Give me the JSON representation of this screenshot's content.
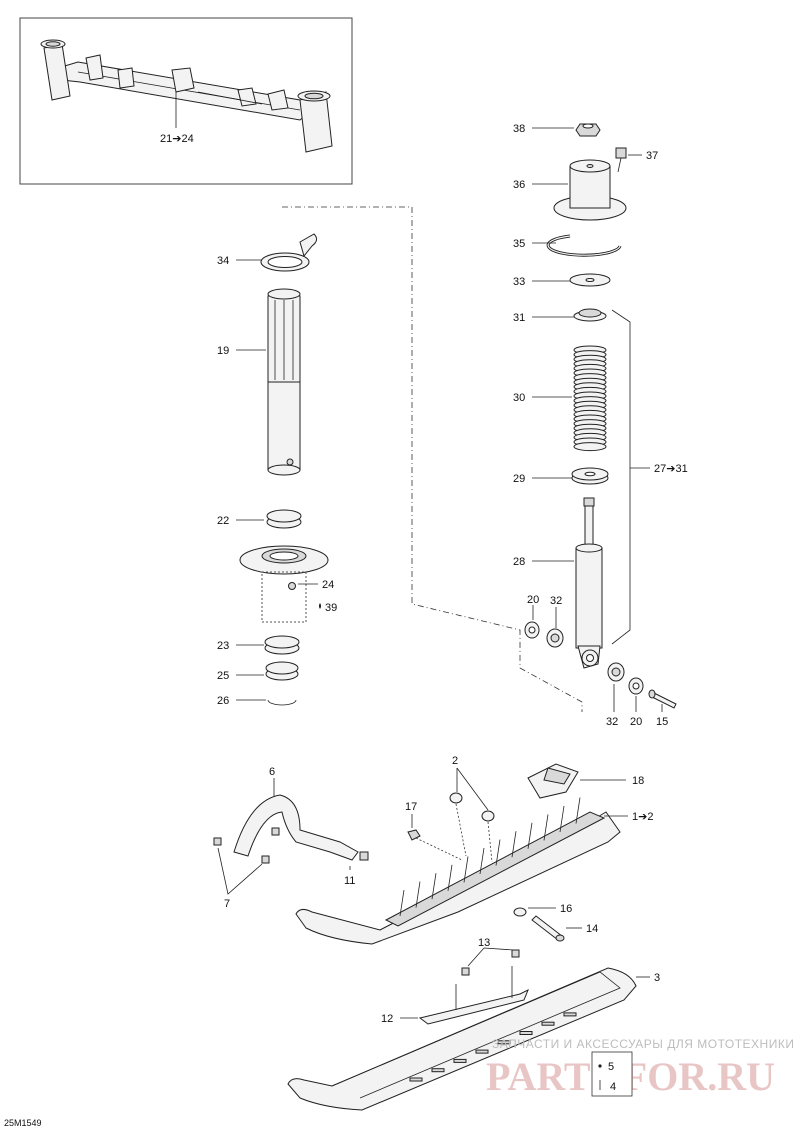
{
  "diagram_id": "25M1549",
  "watermark": {
    "line1": "ЗАПЧАСТИ И АКСЕССУАРЫ ДЛЯ МОТОТЕХНИКИ",
    "line2": "PARTS FOR.RU"
  },
  "callouts": {
    "c21_24": "21➔24",
    "c38": "38",
    "c37": "37",
    "c36": "36",
    "c35": "35",
    "c34": "34",
    "c33": "33",
    "c31": "31",
    "c19": "19",
    "c30": "30",
    "c27_31": "27➔31",
    "c29": "29",
    "c22": "22",
    "c28": "28",
    "c24": "24",
    "c39": "39",
    "c20a": "20",
    "c32a": "32",
    "c23": "23",
    "c25": "25",
    "c26": "26",
    "c32b": "32",
    "c20b": "20",
    "c15": "15",
    "c6": "6",
    "c2": "2",
    "c18": "18",
    "c17": "17",
    "c1_2": "1➔2",
    "c11": "11",
    "c7": "7",
    "c16": "16",
    "c14": "14",
    "c13": "13",
    "c3": "3",
    "c12": "12",
    "c5": "5",
    "c4": "4"
  },
  "icons": {
    "arrow": "right-arrow-icon",
    "drop": "oil-drop-icon"
  }
}
